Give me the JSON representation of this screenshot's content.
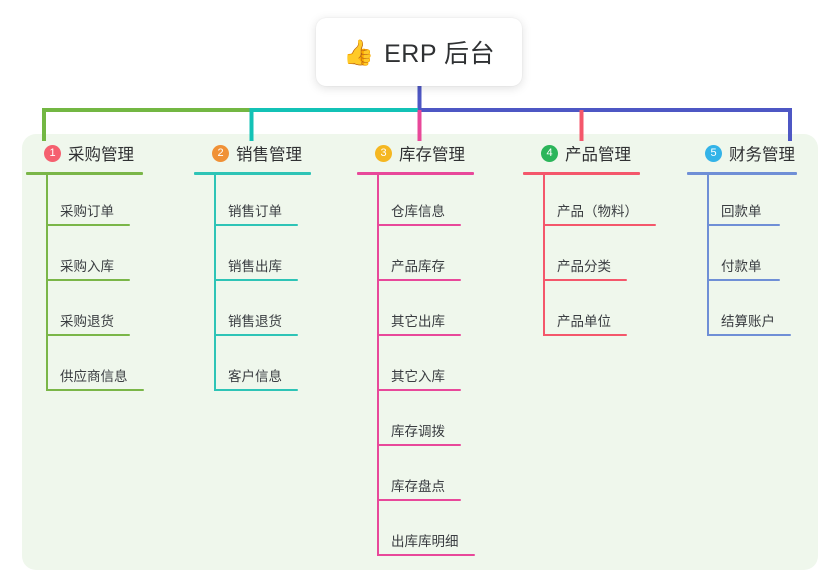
{
  "diagram": {
    "type": "mind-map",
    "root": {
      "icon": "thumbs-up-icon",
      "emoji": "👍",
      "title": "ERP 后台"
    },
    "panel_color": "#eff7ec",
    "connector_colors": {
      "segment_green": "#73b743",
      "segment_teal": "#13c2b6",
      "segment_blue": "#4e57c4",
      "drop_1": "#73b743",
      "drop_2": "#13c2b6",
      "drop_3": "#e8489a",
      "drop_4": "#f4576b",
      "drop_5": "#4e57c4",
      "root_stem": "#4e57c4"
    },
    "branches": [
      {
        "number": "1",
        "badge_color": "#f5606f",
        "line_color": "#7ab648",
        "label": "采购管理",
        "head_rule_width": 117,
        "leaves": [
          {
            "label": "采购订单",
            "rule_width": 84
          },
          {
            "label": "采购入库",
            "rule_width": 84
          },
          {
            "label": "采购退货",
            "rule_width": 84
          },
          {
            "label": "供应商信息",
            "rule_width": 98
          }
        ]
      },
      {
        "number": "2",
        "badge_color": "#f09136",
        "line_color": "#2ec4b6",
        "label": "销售管理",
        "head_rule_width": 117,
        "leaves": [
          {
            "label": "销售订单",
            "rule_width": 84
          },
          {
            "label": "销售出库",
            "rule_width": 84
          },
          {
            "label": "销售退货",
            "rule_width": 84
          },
          {
            "label": "客户信息",
            "rule_width": 84
          }
        ]
      },
      {
        "number": "3",
        "badge_color": "#f5b721",
        "line_color": "#e8489a",
        "label": "库存管理",
        "head_rule_width": 117,
        "leaves": [
          {
            "label": "仓库信息",
            "rule_width": 84
          },
          {
            "label": "产品库存",
            "rule_width": 84
          },
          {
            "label": "其它出库",
            "rule_width": 84
          },
          {
            "label": "其它入库",
            "rule_width": 84
          },
          {
            "label": "库存调拨",
            "rule_width": 84
          },
          {
            "label": "库存盘点",
            "rule_width": 84
          },
          {
            "label": "出库库明细",
            "rule_width": 98
          }
        ]
      },
      {
        "number": "4",
        "badge_color": "#2bb55a",
        "line_color": "#f4576b",
        "label": "产品管理",
        "head_rule_width": 117,
        "leaves": [
          {
            "label": "产品（物料）",
            "rule_width": 113
          },
          {
            "label": "产品分类",
            "rule_width": 84
          },
          {
            "label": "产品单位",
            "rule_width": 84
          }
        ]
      },
      {
        "number": "5",
        "badge_color": "#33b3e8",
        "line_color": "#6f8fd6",
        "label": "财务管理",
        "head_rule_width": 110,
        "leaves": [
          {
            "label": "回款单",
            "rule_width": 73
          },
          {
            "label": "付款单",
            "rule_width": 73
          },
          {
            "label": "结算账户",
            "rule_width": 84
          }
        ]
      }
    ]
  }
}
